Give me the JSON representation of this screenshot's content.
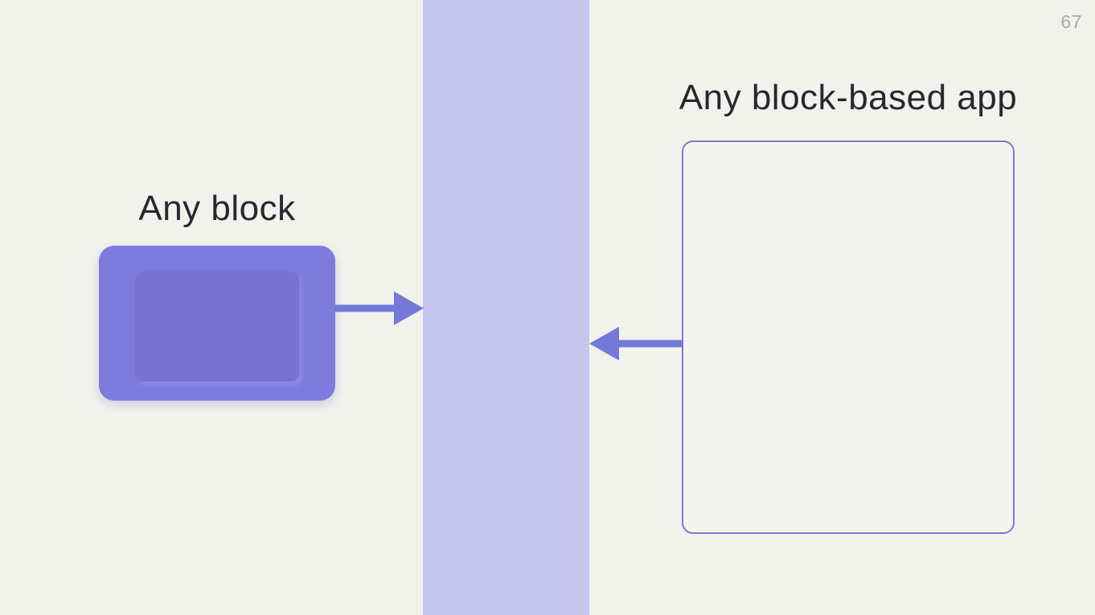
{
  "slide": {
    "page_number": "67",
    "background_color": "#f1f2ec",
    "text_color": "#29262f"
  },
  "band": {
    "description": "vertical-protocol-band",
    "color": "#c6c5ed"
  },
  "left_group": {
    "label": "Any block",
    "block_color": "#7d7bdd",
    "inner_panel_color": "rgba(35,25,105,0.08)"
  },
  "right_group": {
    "label": "Any block-based app",
    "box_border_color": "#7b7ace",
    "box_fill_color": "#f3f4ef"
  },
  "arrows": {
    "color": "#7478d8",
    "block_arrow_direction": "right",
    "app_arrow_direction": "left"
  }
}
